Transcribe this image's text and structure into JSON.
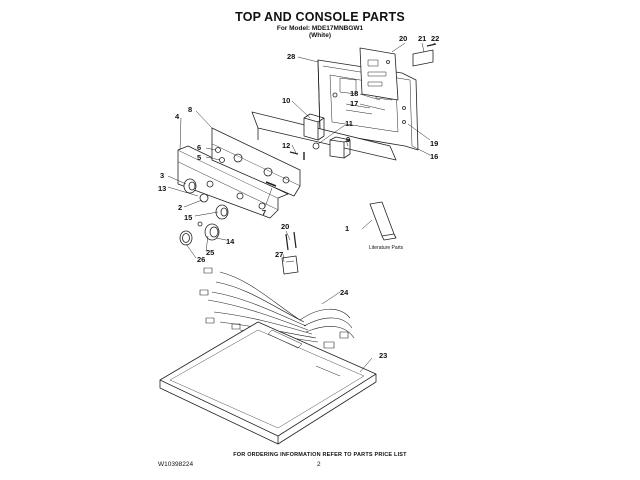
{
  "title": "TOP AND CONSOLE PARTS",
  "model_line": "For Model: MDE17MNBGW1",
  "color_line": "(White)",
  "literature_label": "Literature Parts",
  "footer_note": "FOR ORDERING INFORMATION REFER TO PARTS PRICE LIST",
  "doc_id": "W10398224",
  "page_number": "2",
  "callouts": [
    "20",
    "21",
    "22",
    "28",
    "18",
    "17",
    "19",
    "16",
    "10",
    "11",
    "9",
    "12",
    "8",
    "6",
    "5",
    "7",
    "4",
    "3",
    "13",
    "2",
    "15",
    "14",
    "25",
    "26",
    "20",
    "27",
    "1",
    "24",
    "23"
  ]
}
